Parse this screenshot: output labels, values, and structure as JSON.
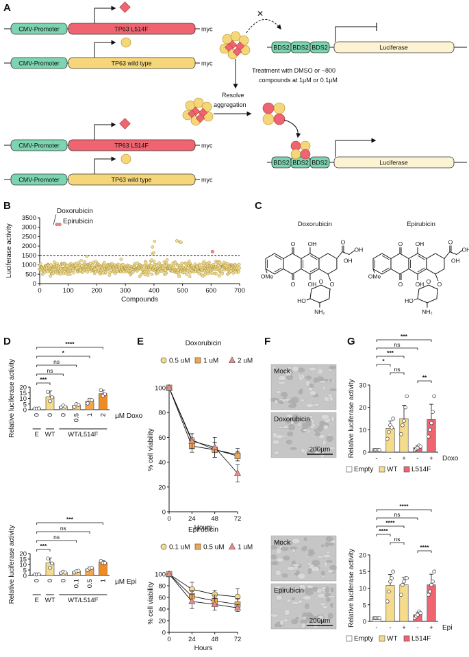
{
  "panels": {
    "A": {
      "letter": "A",
      "promoter": "CMV-Promoter",
      "mutant": "TP63 L514F",
      "wildtype": "TP63 wild type",
      "tag": "myc",
      "bds": "BDS2",
      "reporter": "Luciferase",
      "treatment_line1": "Treatment with DMSO or ~800",
      "treatment_line2": "compounds at 1µM or 0.1µM",
      "resolve_line1": "Resolve",
      "resolve_line2": "aggregation"
    },
    "B": {
      "letter": "B"
    },
    "C": {
      "letter": "C",
      "compound1": "Doxorubicin",
      "compound2": "Epirubicin",
      "labels": {
        "o": "O",
        "oh": "OH",
        "ome": "OMe",
        "ho": "HO",
        "nh2": "NH₂",
        "oh_r": "OH",
        "oh_ch": "OH"
      }
    },
    "D": {
      "letter": "D",
      "unit_top": "µM Doxo",
      "unit_bottom": "µM Epi",
      "group_e": "E",
      "group_wt": "WT",
      "group_mix": "WT/L514F"
    },
    "E": {
      "letter": "E"
    },
    "F": {
      "letter": "F",
      "top_labels": [
        "Mock",
        "Doxorubicin"
      ],
      "bottom_labels": [
        "Mock",
        "Epirubicin"
      ],
      "scale_bar": "200µm"
    },
    "G": {
      "letter": "G",
      "drug_top": "Doxo",
      "drug_bottom": "Epi",
      "minus": "-",
      "plus": "+"
    }
  },
  "chart_data": [
    {
      "id": "B",
      "type": "scatter",
      "xlabel": "Compounds",
      "ylabel": "Luciferase activity",
      "xlim": [
        0,
        700
      ],
      "ylim": [
        0,
        3500
      ],
      "xticks": [
        0,
        100,
        200,
        300,
        400,
        500,
        600,
        700
      ],
      "yticks": [
        0,
        500,
        1000,
        1500,
        2000,
        2500,
        3000,
        3500
      ],
      "threshold": 1500,
      "annotations": [
        "Doxorubicin",
        "Epirubicin"
      ],
      "highlight_points": [
        [
          60,
          3150
        ],
        [
          70,
          3150
        ],
        [
          605,
          1700
        ]
      ],
      "outlier_points": [
        [
          165,
          1450
        ],
        [
          395,
          1600
        ],
        [
          400,
          1650
        ],
        [
          402,
          2250
        ],
        [
          395,
          1950
        ],
        [
          480,
          2280
        ],
        [
          490,
          2220
        ],
        [
          495,
          2200
        ],
        [
          440,
          500
        ],
        [
          285,
          1300
        ]
      ],
      "bulk_mean": 820,
      "bulk_spread": 160,
      "n_points": 700
    },
    {
      "id": "D-top",
      "type": "bar",
      "ylabel": "Relative luciferase activity",
      "ylim": [
        0,
        20
      ],
      "yticks": [
        0,
        5,
        10,
        15,
        20
      ],
      "categories": [
        "0",
        "0",
        "0",
        "0.5",
        "1",
        "2"
      ],
      "values": [
        1,
        11.5,
        2.8,
        3.8,
        7.6,
        14.2
      ],
      "errors": [
        0.2,
        5,
        0.8,
        1.3,
        2.3,
        3.2
      ],
      "points": [
        [
          1.0,
          0.9,
          1.1
        ],
        [
          15.8,
          7.5,
          11
        ],
        [
          2.1,
          3.7,
          2.6
        ],
        [
          2.5,
          4.9,
          4.3
        ],
        [
          5.5,
          8.8,
          8.5
        ],
        [
          17.3,
          12.3,
          13.8
        ]
      ],
      "colors": [
        "#ffffff",
        "#f5dc8c",
        "#fbe6b8",
        "#f7cc87",
        "#f4a64f",
        "#ee8b25"
      ],
      "sig": [
        {
          "a": 0,
          "b": 5,
          "label": "****"
        },
        {
          "a": 0,
          "b": 4,
          "label": "*"
        },
        {
          "a": 0,
          "b": 3,
          "label": "ns"
        },
        {
          "a": 0,
          "b": 2,
          "label": "ns"
        },
        {
          "a": 0,
          "b": 1,
          "label": "***"
        }
      ]
    },
    {
      "id": "D-bottom",
      "type": "bar",
      "ylabel": "Relative luciferase activity",
      "ylim": [
        0,
        20
      ],
      "yticks": [
        0,
        5,
        10,
        15,
        20
      ],
      "categories": [
        "0",
        "0",
        "0",
        "0.1",
        "0.5",
        "1"
      ],
      "values": [
        1,
        11.4,
        2.8,
        3.6,
        6.1,
        12.0
      ],
      "errors": [
        0.2,
        4.5,
        0.7,
        0.8,
        1.5,
        1.5
      ],
      "points": [
        [
          1.0,
          0.9,
          1.1
        ],
        [
          15.5,
          7.0,
          11
        ],
        [
          2.2,
          3.4,
          2.6
        ],
        [
          2.7,
          3.8,
          4.2
        ],
        [
          5.0,
          6.4,
          7.0
        ],
        [
          13.2,
          11.5,
          11.4
        ]
      ],
      "colors": [
        "#ffffff",
        "#f5dc8c",
        "#fbe6b8",
        "#f7cc87",
        "#f4a64f",
        "#ee8b25"
      ],
      "sig": [
        {
          "a": 0,
          "b": 5,
          "label": "***"
        },
        {
          "a": 0,
          "b": 4,
          "label": "ns"
        },
        {
          "a": 0,
          "b": 3,
          "label": "ns"
        },
        {
          "a": 0,
          "b": 1,
          "label": "***"
        }
      ]
    },
    {
      "id": "E-top",
      "type": "line",
      "title": "Doxorubicin",
      "xlabel": "Hours",
      "ylabel": "% cell viability",
      "x": [
        0,
        24,
        48,
        72
      ],
      "xlim": [
        0,
        72
      ],
      "ylim": [
        0,
        100
      ],
      "yticks": [
        0,
        20,
        40,
        60,
        80,
        100
      ],
      "series": [
        {
          "name": "0.5 uM",
          "values": [
            100,
            58,
            50,
            46
          ],
          "errors": [
            0,
            5,
            6,
            5
          ],
          "color": "#f5dc8c",
          "marker": "circle"
        },
        {
          "name": "1 uM",
          "values": [
            100,
            53,
            50,
            45
          ],
          "errors": [
            0,
            5,
            6,
            4
          ],
          "color": "#f4a64f",
          "marker": "square"
        },
        {
          "name": "2 uM",
          "values": [
            100,
            57,
            52,
            31
          ],
          "errors": [
            0,
            6,
            8,
            7
          ],
          "color": "#ef8a8a",
          "marker": "triangle"
        }
      ]
    },
    {
      "id": "E-bottom",
      "type": "line",
      "title": "Epirubicin",
      "xlabel": "Hours",
      "ylabel": "% cell viability",
      "x": [
        0,
        24,
        48,
        72
      ],
      "xlim": [
        0,
        72
      ],
      "ylim": [
        0,
        100
      ],
      "yticks": [
        0,
        20,
        40,
        60,
        80,
        100
      ],
      "series": [
        {
          "name": "0.1 uM",
          "values": [
            100,
            74,
            65,
            61
          ],
          "errors": [
            0,
            12,
            7,
            14
          ],
          "color": "#f5dc8c",
          "marker": "circle"
        },
        {
          "name": "0.5 uM",
          "values": [
            100,
            62,
            54,
            48
          ],
          "errors": [
            0,
            10,
            10,
            10
          ],
          "color": "#f4a64f",
          "marker": "square"
        },
        {
          "name": "1 uM",
          "values": [
            100,
            53,
            48,
            42
          ],
          "errors": [
            0,
            12,
            10,
            6
          ],
          "color": "#ef8a8a",
          "marker": "triangle"
        }
      ]
    },
    {
      "id": "G-top",
      "type": "bar",
      "ylabel": "Relative luciferase activity",
      "ylim": [
        0,
        30
      ],
      "yticks": [
        0,
        10,
        20,
        30
      ],
      "categories": [
        "-",
        "-",
        "+",
        "-",
        "+"
      ],
      "values": [
        1,
        10.6,
        15,
        2,
        14.6
      ],
      "errors": [
        0.2,
        3.3,
        6,
        0.8,
        6.8
      ],
      "points": [
        [
          1,
          1,
          1,
          1,
          1
        ],
        [
          6,
          9,
          12,
          11,
          15
        ],
        [
          8,
          12,
          14,
          20,
          25
        ],
        [
          1,
          1.5,
          2,
          3,
          2.5
        ],
        [
          7,
          10,
          13,
          18,
          25
        ]
      ],
      "colors": [
        "#ffffff",
        "#f5dc8c",
        "#f5dc8c",
        "#ef6470",
        "#ef6470"
      ],
      "legend": [
        "Empty",
        "WT",
        "L514F"
      ],
      "legend_colors": [
        "#ffffff",
        "#f5dc8c",
        "#ef6470"
      ],
      "sig": [
        {
          "a": 0,
          "b": 4,
          "label": "***"
        },
        {
          "a": 0,
          "b": 3,
          "label": "ns"
        },
        {
          "a": 0,
          "b": 2,
          "label": "***"
        },
        {
          "a": 0,
          "b": 1,
          "label": "*"
        },
        {
          "a": 1,
          "b": 2,
          "label": "ns"
        },
        {
          "a": 3,
          "b": 4,
          "label": "**"
        }
      ]
    },
    {
      "id": "G-bottom",
      "type": "bar",
      "ylabel": "Relative luciferase activity",
      "ylim": [
        0,
        20
      ],
      "yticks": [
        0,
        5,
        10,
        15,
        20
      ],
      "categories": [
        "-",
        "-",
        "+",
        "-",
        "+"
      ],
      "values": [
        1,
        10.8,
        11,
        2,
        11
      ],
      "errors": [
        0.2,
        3.3,
        2.2,
        0.8,
        3.2
      ],
      "points": [
        [
          1,
          1,
          1,
          1,
          1
        ],
        [
          6,
          9,
          12,
          13,
          15
        ],
        [
          8,
          11,
          12,
          13,
          13
        ],
        [
          1,
          1.5,
          2,
          3,
          2.5
        ],
        [
          8,
          9,
          11,
          12,
          15
        ]
      ],
      "colors": [
        "#ffffff",
        "#f5dc8c",
        "#f5dc8c",
        "#ef6470",
        "#ef6470"
      ],
      "legend": [
        "Empty",
        "WT",
        "L514F"
      ],
      "legend_colors": [
        "#ffffff",
        "#f5dc8c",
        "#ef6470"
      ],
      "sig": [
        {
          "a": 0,
          "b": 4,
          "label": "****"
        },
        {
          "a": 0,
          "b": 3,
          "label": "ns"
        },
        {
          "a": 0,
          "b": 2,
          "label": "****"
        },
        {
          "a": 0,
          "b": 1,
          "label": "****"
        },
        {
          "a": 1,
          "b": 2,
          "label": "ns"
        },
        {
          "a": 3,
          "b": 4,
          "label": "****"
        }
      ]
    }
  ]
}
